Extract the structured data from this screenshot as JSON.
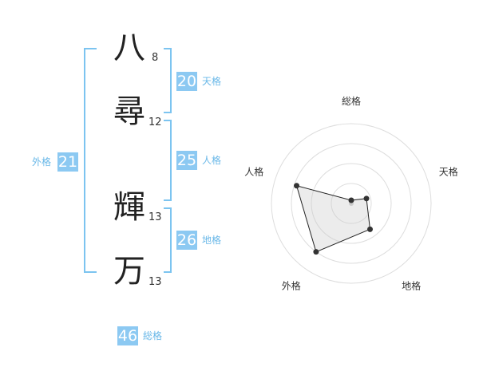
{
  "name": {
    "chars": [
      {
        "char": "八",
        "strokes": "8"
      },
      {
        "char": "尋",
        "strokes": "12"
      },
      {
        "char": "輝",
        "strokes": "13"
      },
      {
        "char": "万",
        "strokes": "13"
      }
    ]
  },
  "kaku": {
    "tenkaku": {
      "value": "20",
      "label": "天格"
    },
    "jinkaku": {
      "value": "25",
      "label": "人格"
    },
    "chikaku": {
      "value": "26",
      "label": "地格"
    },
    "gaikaku": {
      "value": "21",
      "label": "外格"
    },
    "soukaku": {
      "value": "46",
      "label": "総格"
    }
  },
  "colors": {
    "accent": "#8cc9f2",
    "bracket": "#7cc4f0",
    "label": "#6ab8e8",
    "text": "#222222"
  },
  "chart_data": {
    "type": "radar",
    "axes": [
      "総格",
      "天格",
      "地格",
      "外格",
      "人格"
    ],
    "values": [
      0.04,
      0.2,
      0.4,
      0.75,
      0.72
    ],
    "max": 1,
    "rings": 4
  }
}
